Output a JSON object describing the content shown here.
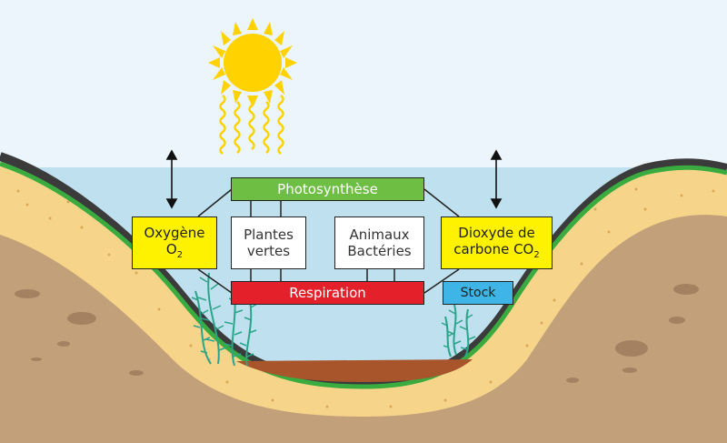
{
  "boxes": {
    "photosynthese": "Photosynthèse",
    "oxygene": {
      "line1": "Oxygène",
      "line2": "O",
      "sub": "2"
    },
    "plantes": {
      "line1": "Plantes",
      "line2": "vertes"
    },
    "animaux": {
      "line1": "Animaux",
      "line2": "Bactéries"
    },
    "dioxyde": {
      "line1": "Dioxyde de",
      "line2": "carbone CO",
      "sub": "2"
    },
    "respiration": "Respiration",
    "stock": "Stock"
  },
  "colors": {
    "sky": "#ebf5fb",
    "water": "#bfe0ee",
    "sun": "#ffd200",
    "grass": "#3aab3f",
    "sand": "#f6d48a",
    "soil": "#c2a07a",
    "mud": "#a8552b",
    "photosynthesis": "#6fbe44",
    "respiration": "#e4202a",
    "gas_box": "#fff200",
    "stock": "#3fb4e6",
    "seaweed": "#2aa58a"
  },
  "icons": [
    "sun-icon",
    "double-arrow-icon",
    "seaweed-icon"
  ]
}
